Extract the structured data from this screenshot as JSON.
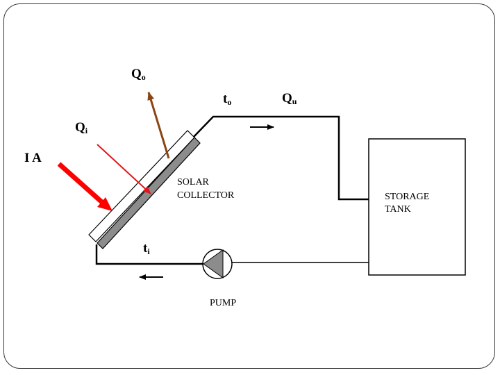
{
  "labels": {
    "q_o": {
      "main": "Q",
      "sub": "o"
    },
    "t_o": {
      "main": "t",
      "sub": "o"
    },
    "q_u": {
      "main": "Q",
      "sub": "u"
    },
    "q_i": {
      "main": "Q",
      "sub": "i"
    },
    "ia": "I A",
    "collector": {
      "line1": "SOLAR",
      "line2": "COLLECTOR"
    },
    "storage": {
      "line1": "STORAGE",
      "line2": "TANK"
    },
    "t_i": {
      "main": "t",
      "sub": "i"
    },
    "pump": "PUMP"
  },
  "colors": {
    "line": "#000000",
    "collector_absorber": "#8c8c8c",
    "incident_ia": "#ff0000",
    "incident_qi": "#e0161b",
    "loss_qo": "#8b4513",
    "pump_fill": "#8c8c8c"
  }
}
